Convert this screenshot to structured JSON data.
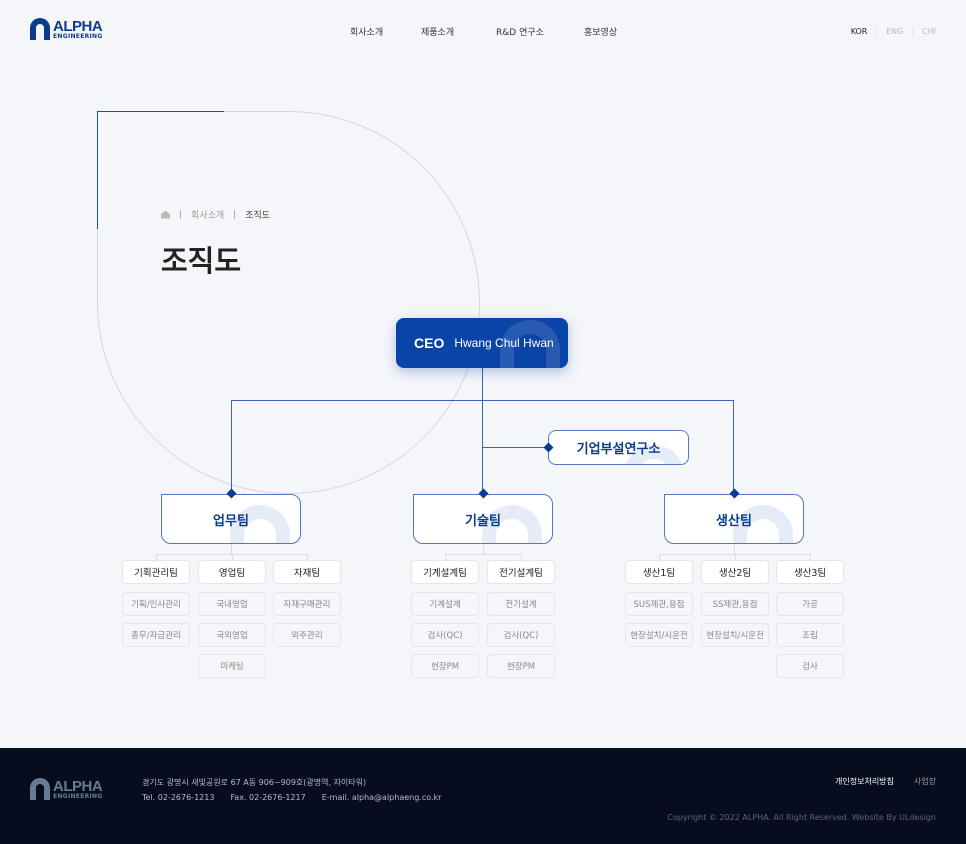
{
  "header": {
    "logo": {
      "name": "ALPHA",
      "sub": "ENGINEERING"
    },
    "nav": [
      "회사소개",
      "제품소개",
      "R&D 연구소",
      "홍보영상"
    ],
    "lang": [
      "KOR",
      "ENG",
      "CHI"
    ]
  },
  "breadcrumb": {
    "parent": "회사소개",
    "current": "조직도"
  },
  "page_title": "조직도",
  "org": {
    "ceo": {
      "role": "CEO",
      "name": "Hwang Chul Hwan"
    },
    "lab": "기업부설연구소",
    "teams": [
      {
        "name": "업무팀",
        "subs": [
          {
            "name": "기획관리팀",
            "items": [
              "기획/인사관리",
              "총무/자금관리"
            ]
          },
          {
            "name": "영업팀",
            "items": [
              "국내영업",
              "국외영업",
              "마케팅"
            ]
          },
          {
            "name": "자재팀",
            "items": [
              "자재구매관리",
              "외주관리"
            ]
          }
        ]
      },
      {
        "name": "기술팀",
        "subs": [
          {
            "name": "기계설계팀",
            "items": [
              "기계설계",
              "검사(QC)",
              "현장PM"
            ]
          },
          {
            "name": "전기설계팀",
            "items": [
              "전기설계",
              "검사(QC)",
              "현장PM"
            ]
          }
        ]
      },
      {
        "name": "생산팀",
        "subs": [
          {
            "name": "생산1팀",
            "items": [
              "SUS제관,용접",
              "현장설치/시운전"
            ]
          },
          {
            "name": "생산2팀",
            "items": [
              "SS제관,용접",
              "현장설치/시운전"
            ]
          },
          {
            "name": "생산3팀",
            "items": [
              "가공",
              "조립",
              "검사"
            ]
          }
        ]
      }
    ]
  },
  "footer": {
    "address": "경기도 광명시 새빛공원로 67 A동 906~909호(광명역, 자이타워)",
    "tel": "Tel. 02-2676-1213",
    "fax": "Fax. 02-2676-1217",
    "email": "E-mail. alpha@alphaeng.co.kr",
    "links": [
      "개인정보처리방침",
      "사업장"
    ],
    "copyright": "Copyright © 2022 ALPHA. All Right Reserved. Website By ULdesign"
  }
}
